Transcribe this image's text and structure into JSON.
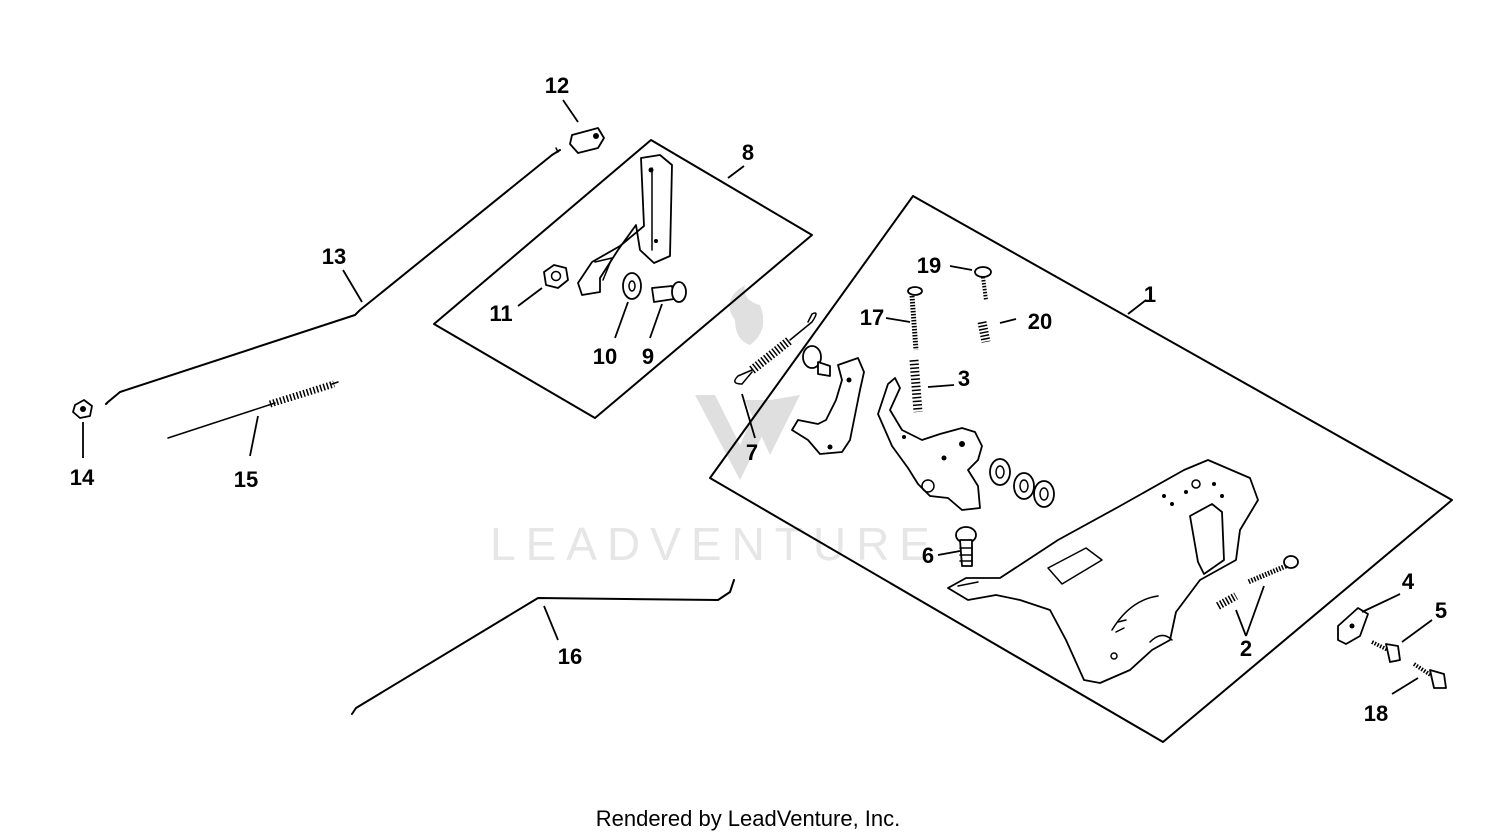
{
  "diagram": {
    "callouts": {
      "c1": "1",
      "c2": "2",
      "c3": "3",
      "c4": "4",
      "c5": "5",
      "c6": "6",
      "c7": "7",
      "c8": "8",
      "c9": "9",
      "c10": "10",
      "c11": "11",
      "c12": "12",
      "c13": "13",
      "c14": "14",
      "c15": "15",
      "c16": "16",
      "c17": "17",
      "c18": "18",
      "c19": "19",
      "c20": "20"
    },
    "watermark": "LEADVENTURE",
    "footer": "Rendered by LeadVenture, Inc."
  }
}
